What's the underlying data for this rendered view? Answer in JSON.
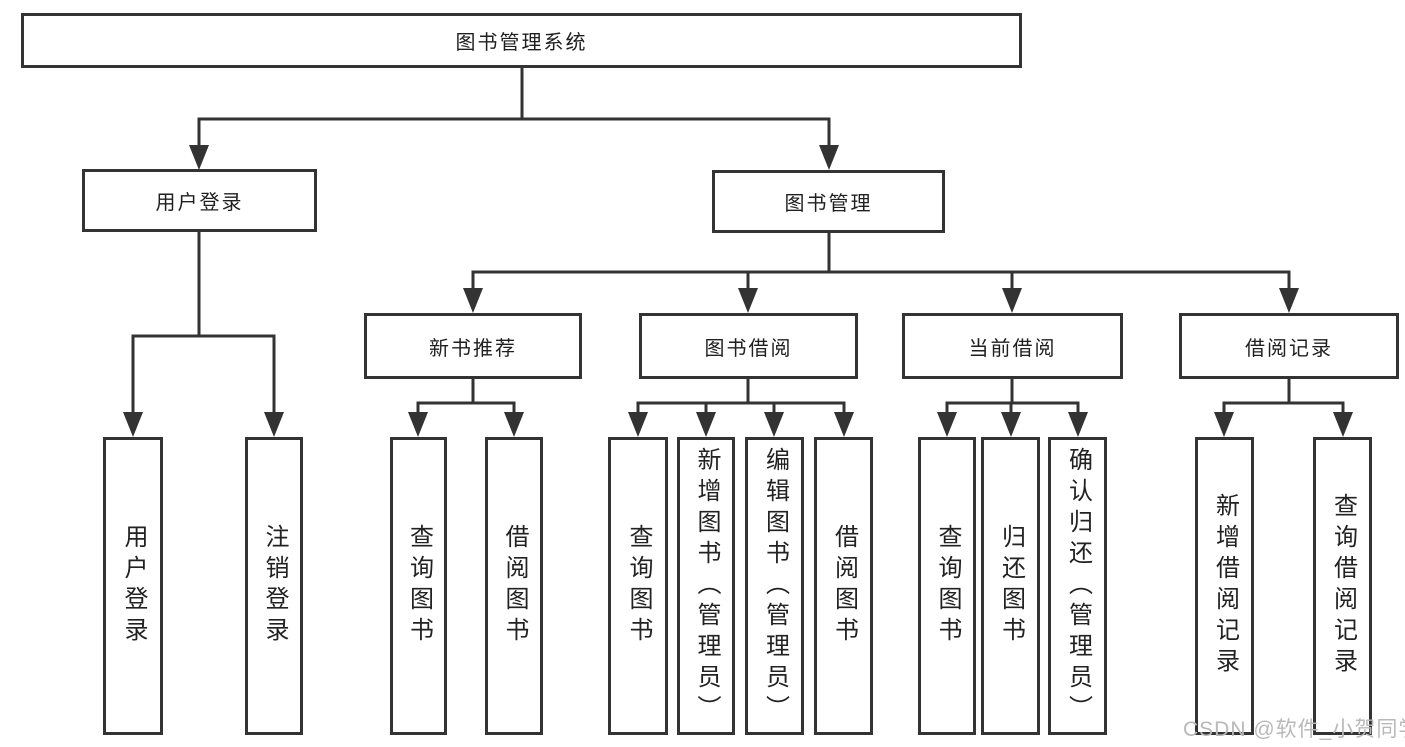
{
  "diagram": {
    "title": "图书管理系统",
    "root": {
      "label": "图书管理系统"
    },
    "level2": [
      {
        "label": "用户登录"
      },
      {
        "label": "图书管理"
      }
    ],
    "level3": [
      {
        "label": "新书推荐",
        "parent": "图书管理"
      },
      {
        "label": "图书借阅",
        "parent": "图书管理"
      },
      {
        "label": "当前借阅",
        "parent": "图书管理"
      },
      {
        "label": "借阅记录",
        "parent": "图书管理"
      }
    ],
    "leaves": [
      {
        "label": "用户登录",
        "parent": "用户登录"
      },
      {
        "label": "注销登录",
        "parent": "用户登录"
      },
      {
        "label": "查询图书",
        "parent": "新书推荐"
      },
      {
        "label": "借阅图书",
        "parent": "新书推荐"
      },
      {
        "label": "查询图书",
        "parent": "图书借阅"
      },
      {
        "label": "新增图书（管理员）",
        "parent": "图书借阅"
      },
      {
        "label": "编辑图书（管理员）",
        "parent": "图书借阅"
      },
      {
        "label": "借阅图书",
        "parent": "图书借阅"
      },
      {
        "label": "查询图书",
        "parent": "当前借阅"
      },
      {
        "label": "归还图书",
        "parent": "当前借阅"
      },
      {
        "label": "确认归还（管理员）",
        "parent": "当前借阅"
      },
      {
        "label": "新增借阅记录",
        "parent": "借阅记录"
      },
      {
        "label": "查询借阅记录",
        "parent": "借阅记录"
      }
    ]
  },
  "watermark": {
    "text": "CSDN @软件_小贺同学"
  },
  "colors": {
    "line": "#333333",
    "box_border": "#333333",
    "text": "#1f1f1f",
    "background": "#ffffff",
    "watermark": "#b9b9b9"
  }
}
